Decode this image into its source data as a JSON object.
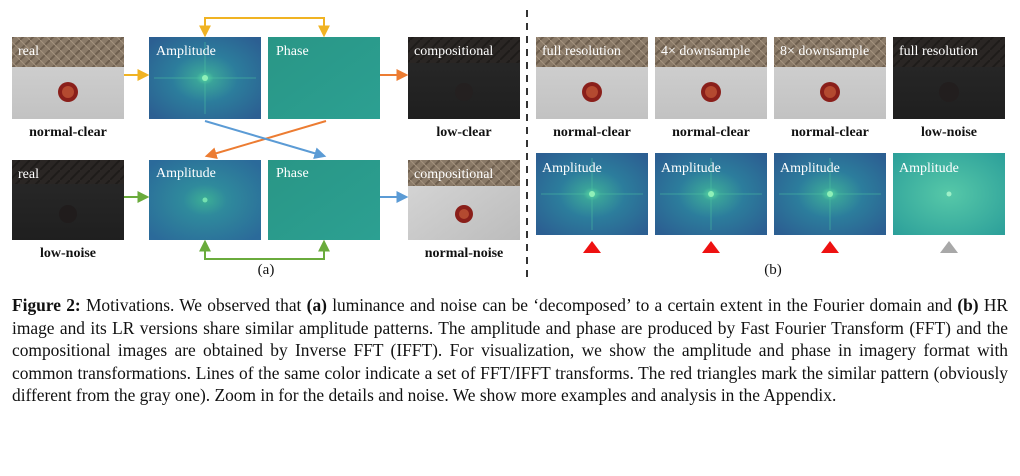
{
  "panel_a": {
    "row1": {
      "real_title": "real",
      "real_label": "normal-clear",
      "amp_title": "Amplitude",
      "phase_title": "Phase",
      "comp_title": "compositional",
      "comp_label": "low-clear"
    },
    "row2": {
      "real_title": "real",
      "real_label": "low-noise",
      "amp_title": "Amplitude",
      "phase_title": "Phase",
      "comp_title": "compositional",
      "comp_label": "normal-noise"
    },
    "sublabel": "(a)"
  },
  "panel_b": {
    "images": [
      {
        "title": "full resolution",
        "label": "normal-clear",
        "amp_title": "Amplitude",
        "marker": "red"
      },
      {
        "title": "4× downsample",
        "label": "normal-clear",
        "amp_title": "Amplitude",
        "marker": "red"
      },
      {
        "title": "8× downsample",
        "label": "normal-clear",
        "amp_title": "Amplitude",
        "marker": "red"
      },
      {
        "title": "full resolution",
        "label": "low-noise",
        "amp_title": "Amplitude",
        "marker": "gray"
      }
    ],
    "sublabel": "(b)"
  },
  "colors": {
    "arrow_yellow": "#f0b323",
    "arrow_orange": "#ec7c32",
    "arrow_blue": "#5b9bd5",
    "arrow_green": "#6aab3c",
    "marker_red": "#ee1111",
    "marker_gray": "#a8a8a8",
    "phase_fill": "#2a9a8c",
    "amplitude_fill": "#2a6c96"
  },
  "caption": {
    "label": "Figure 2:",
    "s1": " Motivations. We observed that ",
    "a": "(a)",
    "s2": " luminance and noise can be ‘decomposed’ to a certain extent in the Fourier domain and ",
    "b": "(b)",
    "s3": " HR image and its LR versions share similar amplitude patterns. The amplitude and phase are produced by Fast Fourier Transform (FFT) and the compositional images are obtained by Inverse FFT (IFFT). For visualization, we show the amplitude and phase in imagery format with common transformations. Lines of the same color indicate a set of FFT/IFFT transforms. The red triangles mark the similar pattern (obviously different from the gray one). Zoom in for the details and noise. We show more examples and analysis in the Appendix."
  }
}
